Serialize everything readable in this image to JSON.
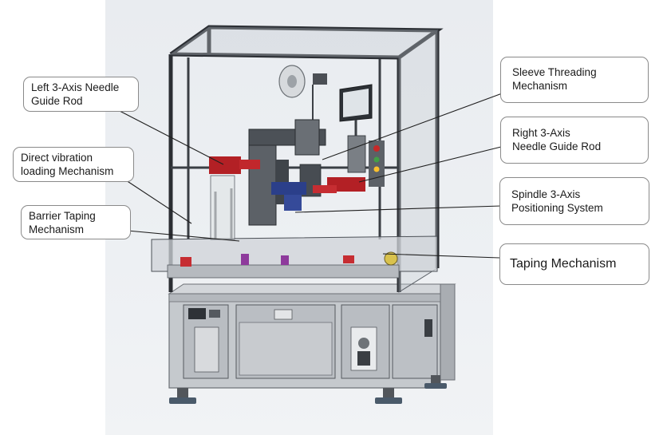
{
  "callouts": {
    "left_needle_guide": {
      "line1": "Left 3-Axis Needle",
      "line2": "Guide Rod"
    },
    "direct_vibration": {
      "line1": "Direct vibration",
      "line2": "loading  Mechanism"
    },
    "barrier_taping": {
      "line1": "Barrier Taping",
      "line2": "Mechanism"
    },
    "sleeve_threading": {
      "line1": "Sleeve Threading",
      "line2": "Mechanism"
    },
    "right_needle_guide": {
      "line1": "Right 3-Axis",
      "line2": "Needle Guide Rod"
    },
    "spindle_positioning": {
      "line1": "Spindle 3-Axis",
      "line2": "Positioning System"
    },
    "taping_mechanism": {
      "line1": "Taping Mechanism"
    }
  }
}
